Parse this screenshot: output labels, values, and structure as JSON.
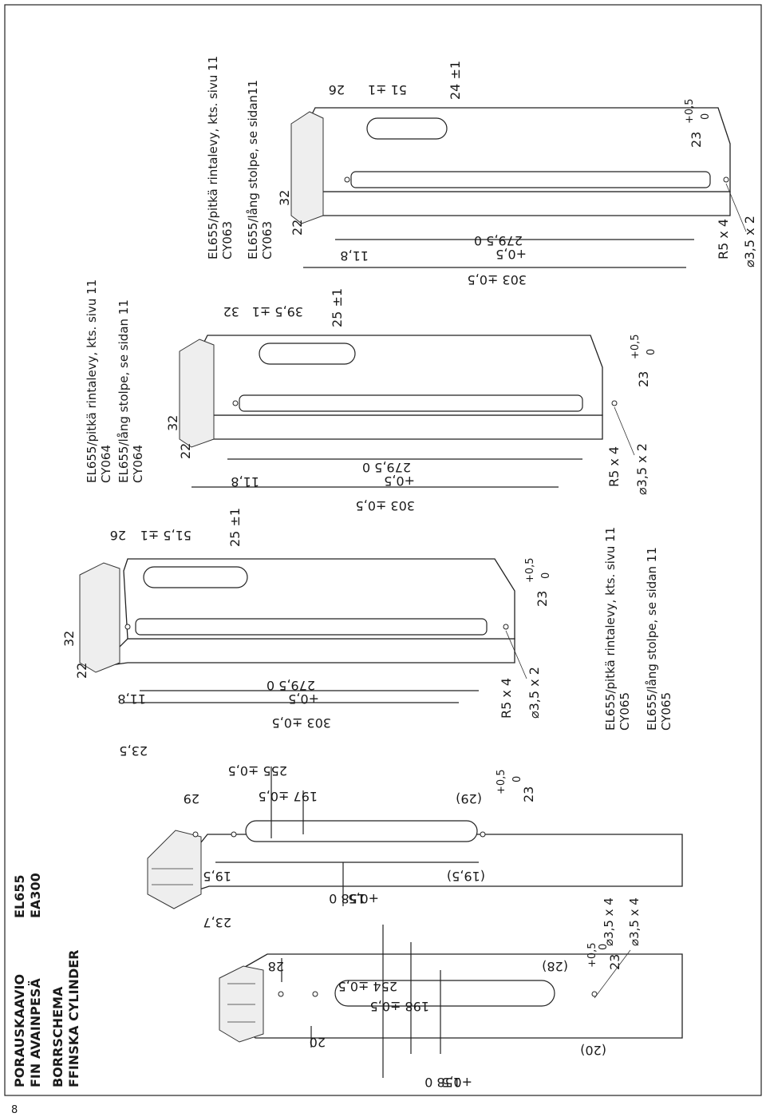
{
  "page_number": "8",
  "header": {
    "line1_left": "PORAUSKAAVIO",
    "line1_right": "EL655",
    "line2_left": "FIN AVAINPESÄ",
    "line2_right": "EA300",
    "line3": "BORRSCHEMA",
    "line4": "FFINSKA CYLINDER"
  },
  "profile_a": {
    "d_top_158": "158  0",
    "d_top_158_tol": "+0,5",
    "d_20": "20",
    "d_20b": "(20)",
    "d_198": "198 ±0,5",
    "d_254": "254 ±0,5",
    "d_28": "28",
    "d_28b": "(28)",
    "d_23_7": "23,7",
    "d_23": "23",
    "d_23_tol": "+0,5",
    "d_23_tol0": "0",
    "hole_a": "⌀3,5 x 4",
    "hole_b": "⌀3,5 x 4"
  },
  "profile_b": {
    "d_158": "158  0",
    "d_158_tol": "+0,5",
    "d_19_5": "19,5",
    "d_19_5b": "(19,5)",
    "d_197": "197 ±0,5",
    "d_255": "255 ±0,5",
    "d_29": "29",
    "d_29b": "(29)",
    "d_23_5": "23,5",
    "d_23": "23",
    "d_23_tol": "+0,5",
    "d_23_tol0": "0"
  },
  "profile_c": {
    "d_279": "279,5  0",
    "d_279_tol": "+0,5",
    "d_303": "303 ±0,5",
    "d_11_8": "11,8",
    "d_22": "22",
    "d_32": "32",
    "d_26": "26",
    "d_51": "51,5 ±1",
    "d_25": "25 ±1",
    "r5": "R5 x 4",
    "hole": "⌀3,5 x 2",
    "d_23": "23",
    "d_23_tol": "+0,5",
    "d_23_tol0": "0",
    "note1": "EL655/pitkä rintalevy, kts. sivu 11",
    "note2": "CY065",
    "note3": "EL655/lång stolpe, se sidan 11",
    "note4": "CY065"
  },
  "profile_d": {
    "d_279": "279,5  0",
    "d_279_tol": "+0,5",
    "d_303": "303 ±0,5",
    "d_11_8": "11,8",
    "d_22": "22",
    "d_32": "32",
    "d_32b": "32",
    "d_39": "39,5 ±1",
    "d_25": "25 ±1",
    "r5": "R5 x 4",
    "hole": "⌀3,5 x 2",
    "d_23": "23",
    "d_23_tol": "+0,5",
    "d_23_tol0": "0",
    "note1": "EL655/pitkä rintalevy, kts. sivu 11",
    "note2": "CY064",
    "note3": "EL655/lång stolpe, se sidan 11",
    "note4": "CY064"
  },
  "profile_e": {
    "d_279": "279,5  0",
    "d_279_tol": "+0,5",
    "d_303": "303 ±0,5",
    "d_11_8": "11,8",
    "d_22": "22",
    "d_32": "32",
    "d_26": "26",
    "d_51": "51 ±1",
    "d_24": "24 ±1",
    "r5": "R5 x 4",
    "hole": "⌀3,5 x 2",
    "d_23": "23",
    "d_23_tol": "+0,5",
    "d_23_tol0": "0",
    "note1": "EL655/pitkä rintalevy, kts. sivu 11",
    "note2": "CY063",
    "note3": "EL655/lång stolpe, se sidan11",
    "note4": "CY063"
  }
}
